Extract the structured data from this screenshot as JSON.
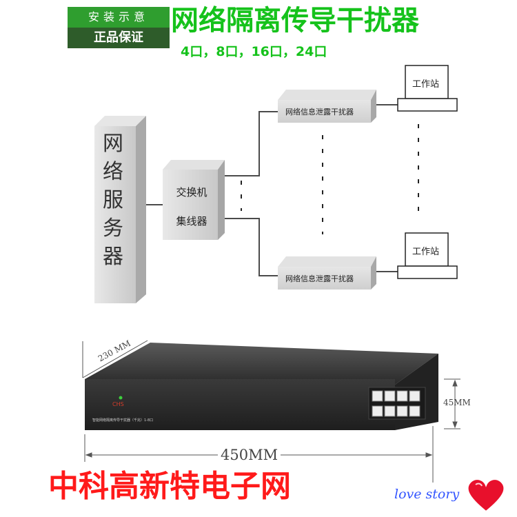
{
  "header": {
    "badge_install": "安装示意",
    "badge_genuine": "正品保证",
    "title": "网络隔离传导干扰器",
    "ports": "4口，8口，16口，24口"
  },
  "diagram": {
    "server": [
      "网",
      "络",
      "服",
      "务",
      "器"
    ],
    "switch": [
      "交换机",
      "集线器"
    ],
    "jammer_top": "网络信息泄露干扰器",
    "jammer_bottom": "网络信息泄露干扰器",
    "workstation_top": "工作站",
    "workstation_bottom": "工作站"
  },
  "product": {
    "depth_label": "230 MM",
    "height_label": "45MM",
    "width_label": "450MM",
    "panel_logo": "CHS",
    "panel_text": "智能网络隔离传导干扰器（千兆）1-8口"
  },
  "footer": {
    "company": "中科高新特电子网",
    "love": "love story"
  },
  "colors": {
    "title_green": "#15c21b",
    "badge_green": "#2f9e2f",
    "badge_dark": "#2e5c2a",
    "company_red": "#ff1a1a",
    "love_blue": "#3355ff",
    "device_body": "#2b2b2b",
    "box_gray": "#d4d4d4"
  }
}
